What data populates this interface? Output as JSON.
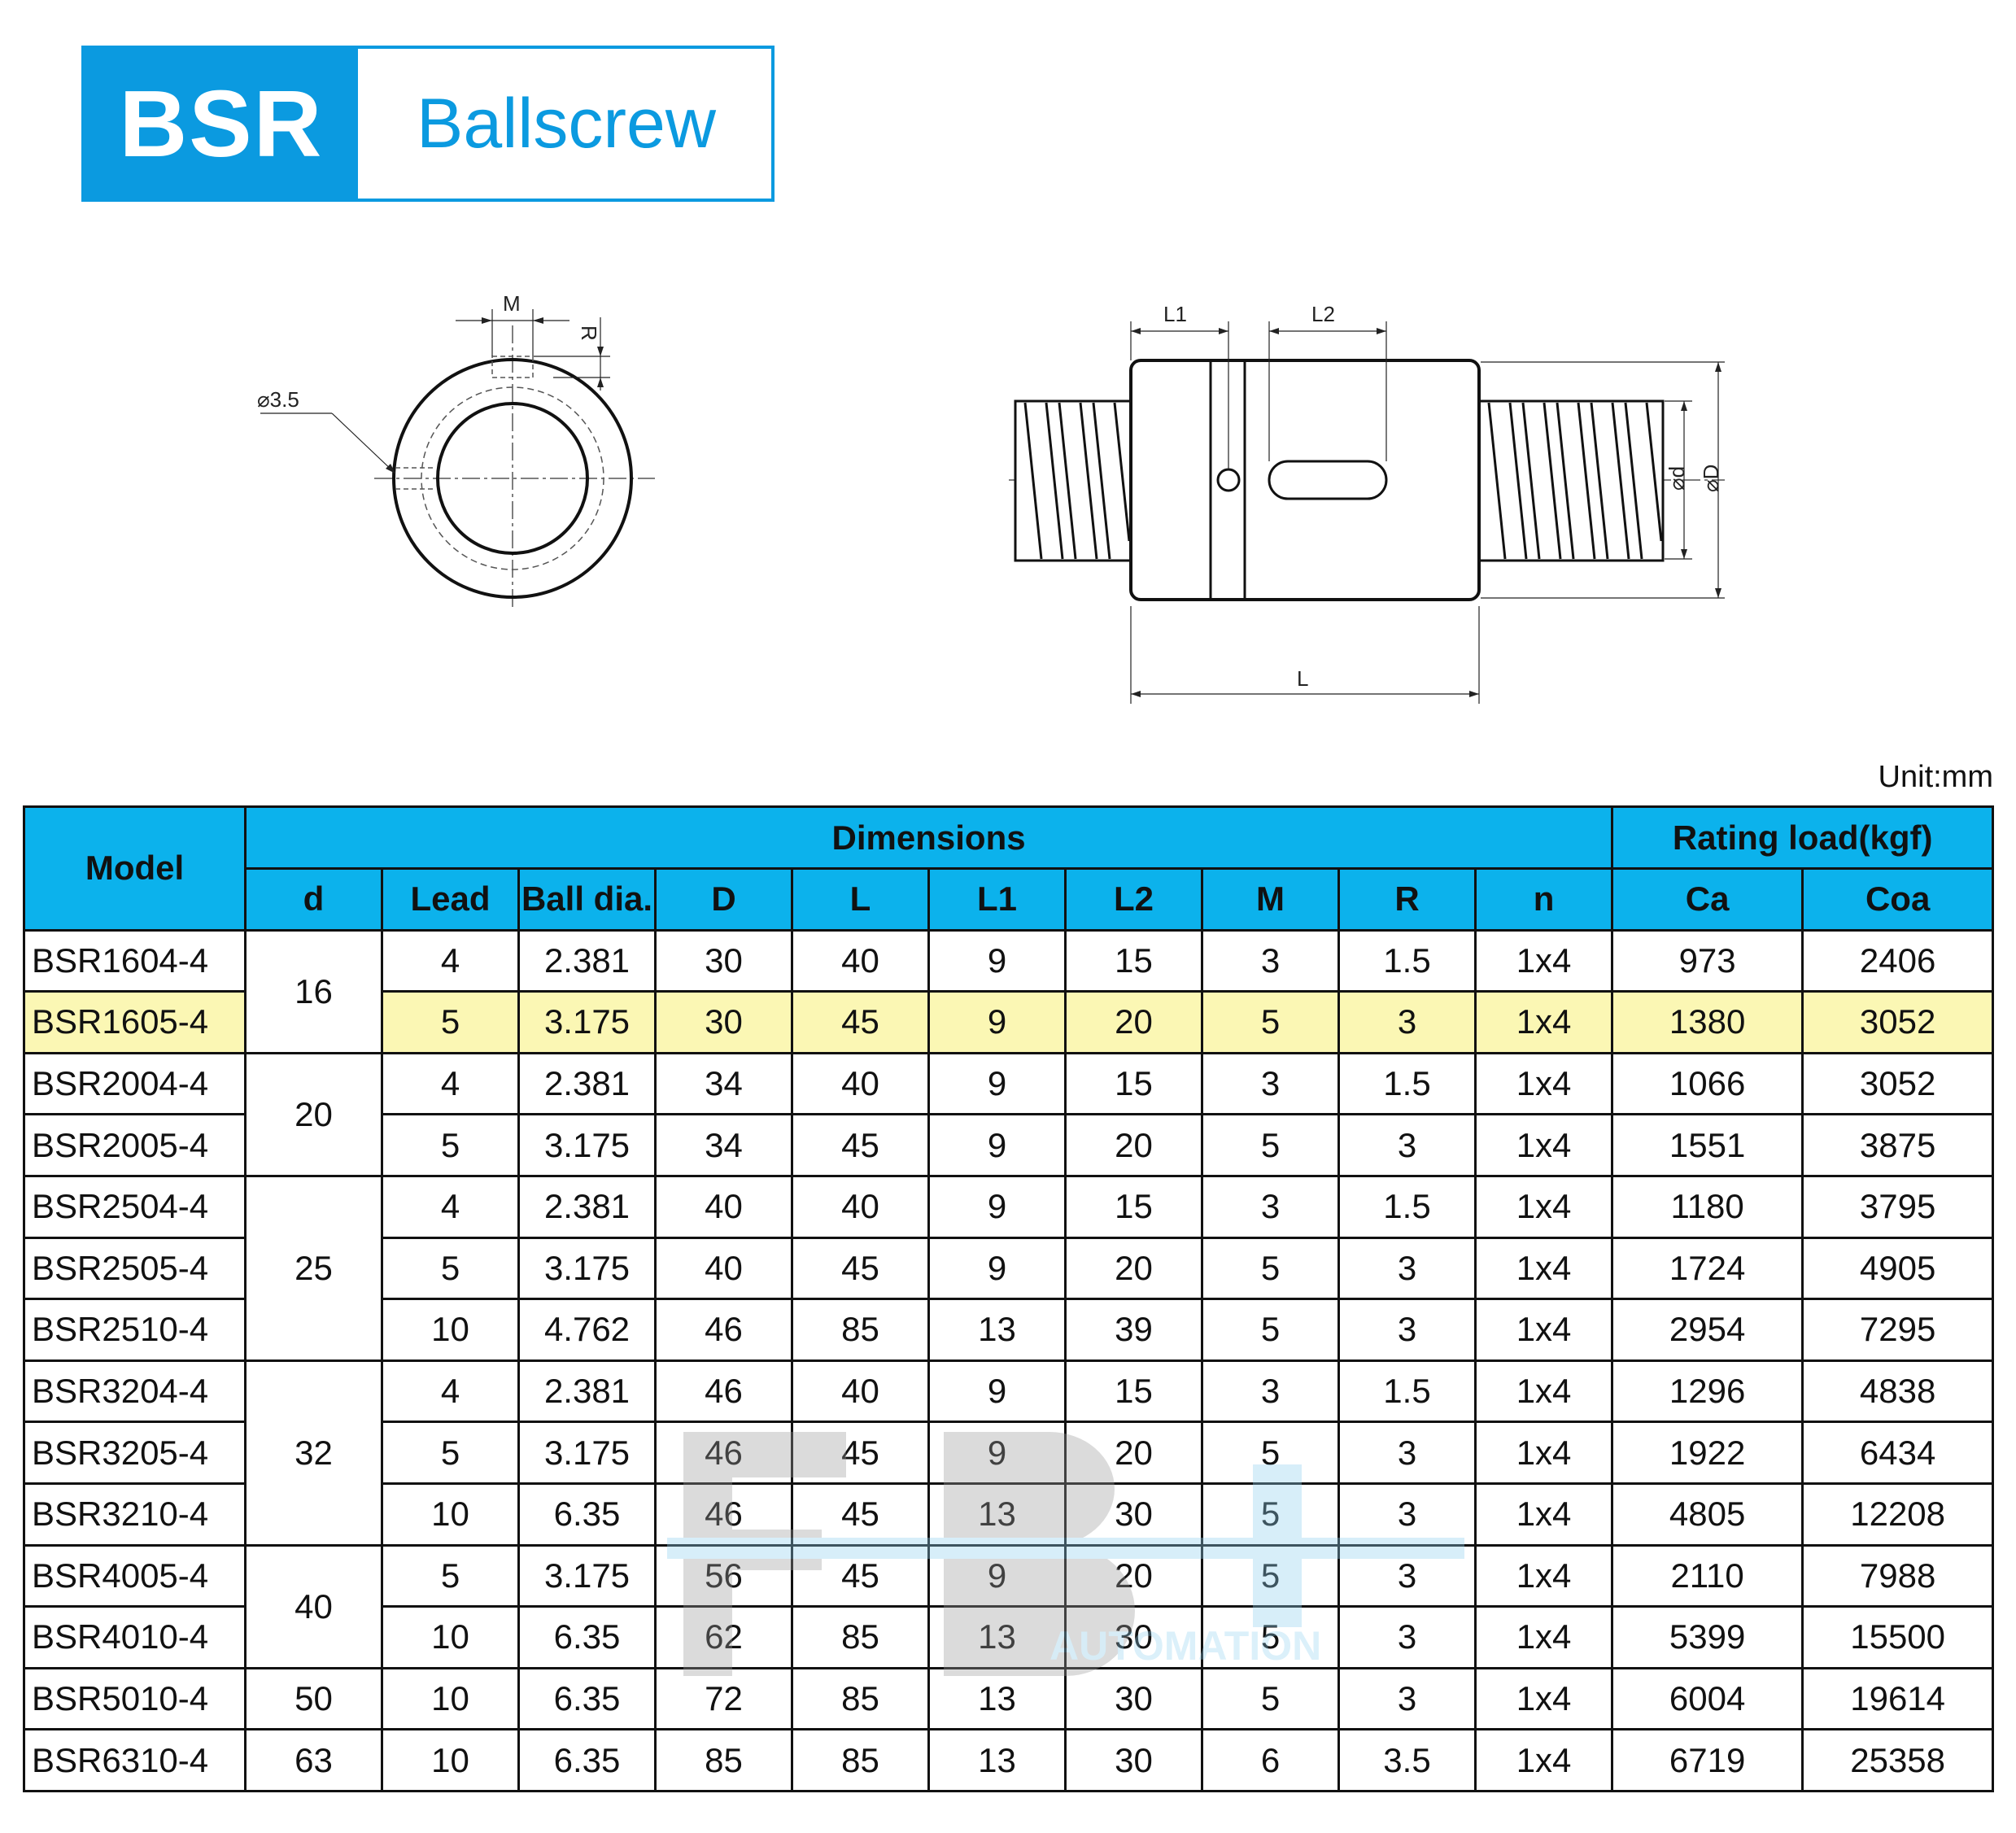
{
  "banner": {
    "code": "BSR",
    "title": "Ballscrew"
  },
  "drawings": {
    "end_view": {
      "phi_label": "⌀3.5",
      "m_label": "M",
      "r_label": "R"
    },
    "side_view": {
      "l1_label": "L1",
      "l2_label": "L2",
      "l_label": "L",
      "d_label": "⌀d",
      "big_d_label": "⌀D"
    }
  },
  "unit": "Unit:mm",
  "table": {
    "headers": {
      "model": "Model",
      "dimensions": "Dimensions",
      "rating": "Rating load(kgf)",
      "columns": [
        "d",
        "Lead",
        "Ball dia.",
        "D",
        "L",
        "L1",
        "L2",
        "M",
        "R",
        "n",
        "Ca",
        "Coa"
      ]
    },
    "rows": [
      [
        "BSR1604-4",
        "16",
        "4",
        "2.381",
        "30",
        "40",
        "9",
        "15",
        "3",
        "1.5",
        "1x4",
        "973",
        "2406"
      ],
      [
        "BSR1605-4",
        "",
        "5",
        "3.175",
        "30",
        "45",
        "9",
        "20",
        "5",
        "3",
        "1x4",
        "1380",
        "3052"
      ],
      [
        "BSR2004-4",
        "20",
        "4",
        "2.381",
        "34",
        "40",
        "9",
        "15",
        "3",
        "1.5",
        "1x4",
        "1066",
        "3052"
      ],
      [
        "BSR2005-4",
        "",
        "5",
        "3.175",
        "34",
        "45",
        "9",
        "20",
        "5",
        "3",
        "1x4",
        "1551",
        "3875"
      ],
      [
        "BSR2504-4",
        "25",
        "4",
        "2.381",
        "40",
        "40",
        "9",
        "15",
        "3",
        "1.5",
        "1x4",
        "1180",
        "3795"
      ],
      [
        "BSR2505-4",
        "",
        "5",
        "3.175",
        "40",
        "45",
        "9",
        "20",
        "5",
        "3",
        "1x4",
        "1724",
        "4905"
      ],
      [
        "BSR2510-4",
        "",
        "10",
        "4.762",
        "46",
        "85",
        "13",
        "39",
        "5",
        "3",
        "1x4",
        "2954",
        "7295"
      ],
      [
        "BSR3204-4",
        "32",
        "4",
        "2.381",
        "46",
        "40",
        "9",
        "15",
        "3",
        "1.5",
        "1x4",
        "1296",
        "4838"
      ],
      [
        "BSR3205-4",
        "",
        "5",
        "3.175",
        "46",
        "45",
        "9",
        "20",
        "5",
        "3",
        "1x4",
        "1922",
        "6434"
      ],
      [
        "BSR3210-4",
        "",
        "10",
        "6.35",
        "46",
        "45",
        "13",
        "30",
        "5",
        "3",
        "1x4",
        "4805",
        "12208"
      ],
      [
        "BSR4005-4",
        "40",
        "5",
        "3.175",
        "56",
        "45",
        "9",
        "20",
        "5",
        "3",
        "1x4",
        "2110",
        "7988"
      ],
      [
        "BSR4010-4",
        "",
        "10",
        "6.35",
        "62",
        "85",
        "13",
        "30",
        "5",
        "3",
        "1x4",
        "5399",
        "15500"
      ],
      [
        "BSR5010-4",
        "50",
        "10",
        "6.35",
        "72",
        "85",
        "13",
        "30",
        "5",
        "3",
        "1x4",
        "6004",
        "19614"
      ],
      [
        "BSR6310-4",
        "63",
        "10",
        "6.35",
        "85",
        "85",
        "13",
        "30",
        "6",
        "3.5",
        "1x4",
        "6719",
        "25358"
      ]
    ],
    "d_rowspans": [
      2,
      0,
      2,
      0,
      3,
      0,
      0,
      3,
      0,
      0,
      2,
      0,
      1,
      1
    ],
    "highlight_row": 1,
    "highlight_color": "#fbf7b4",
    "header_color": "#0cb2ec"
  },
  "watermark": {
    "logo_text": "FBT",
    "sub_text": "AUTOMATION"
  },
  "colors": {
    "brand_blue": "#0b9ae0"
  }
}
